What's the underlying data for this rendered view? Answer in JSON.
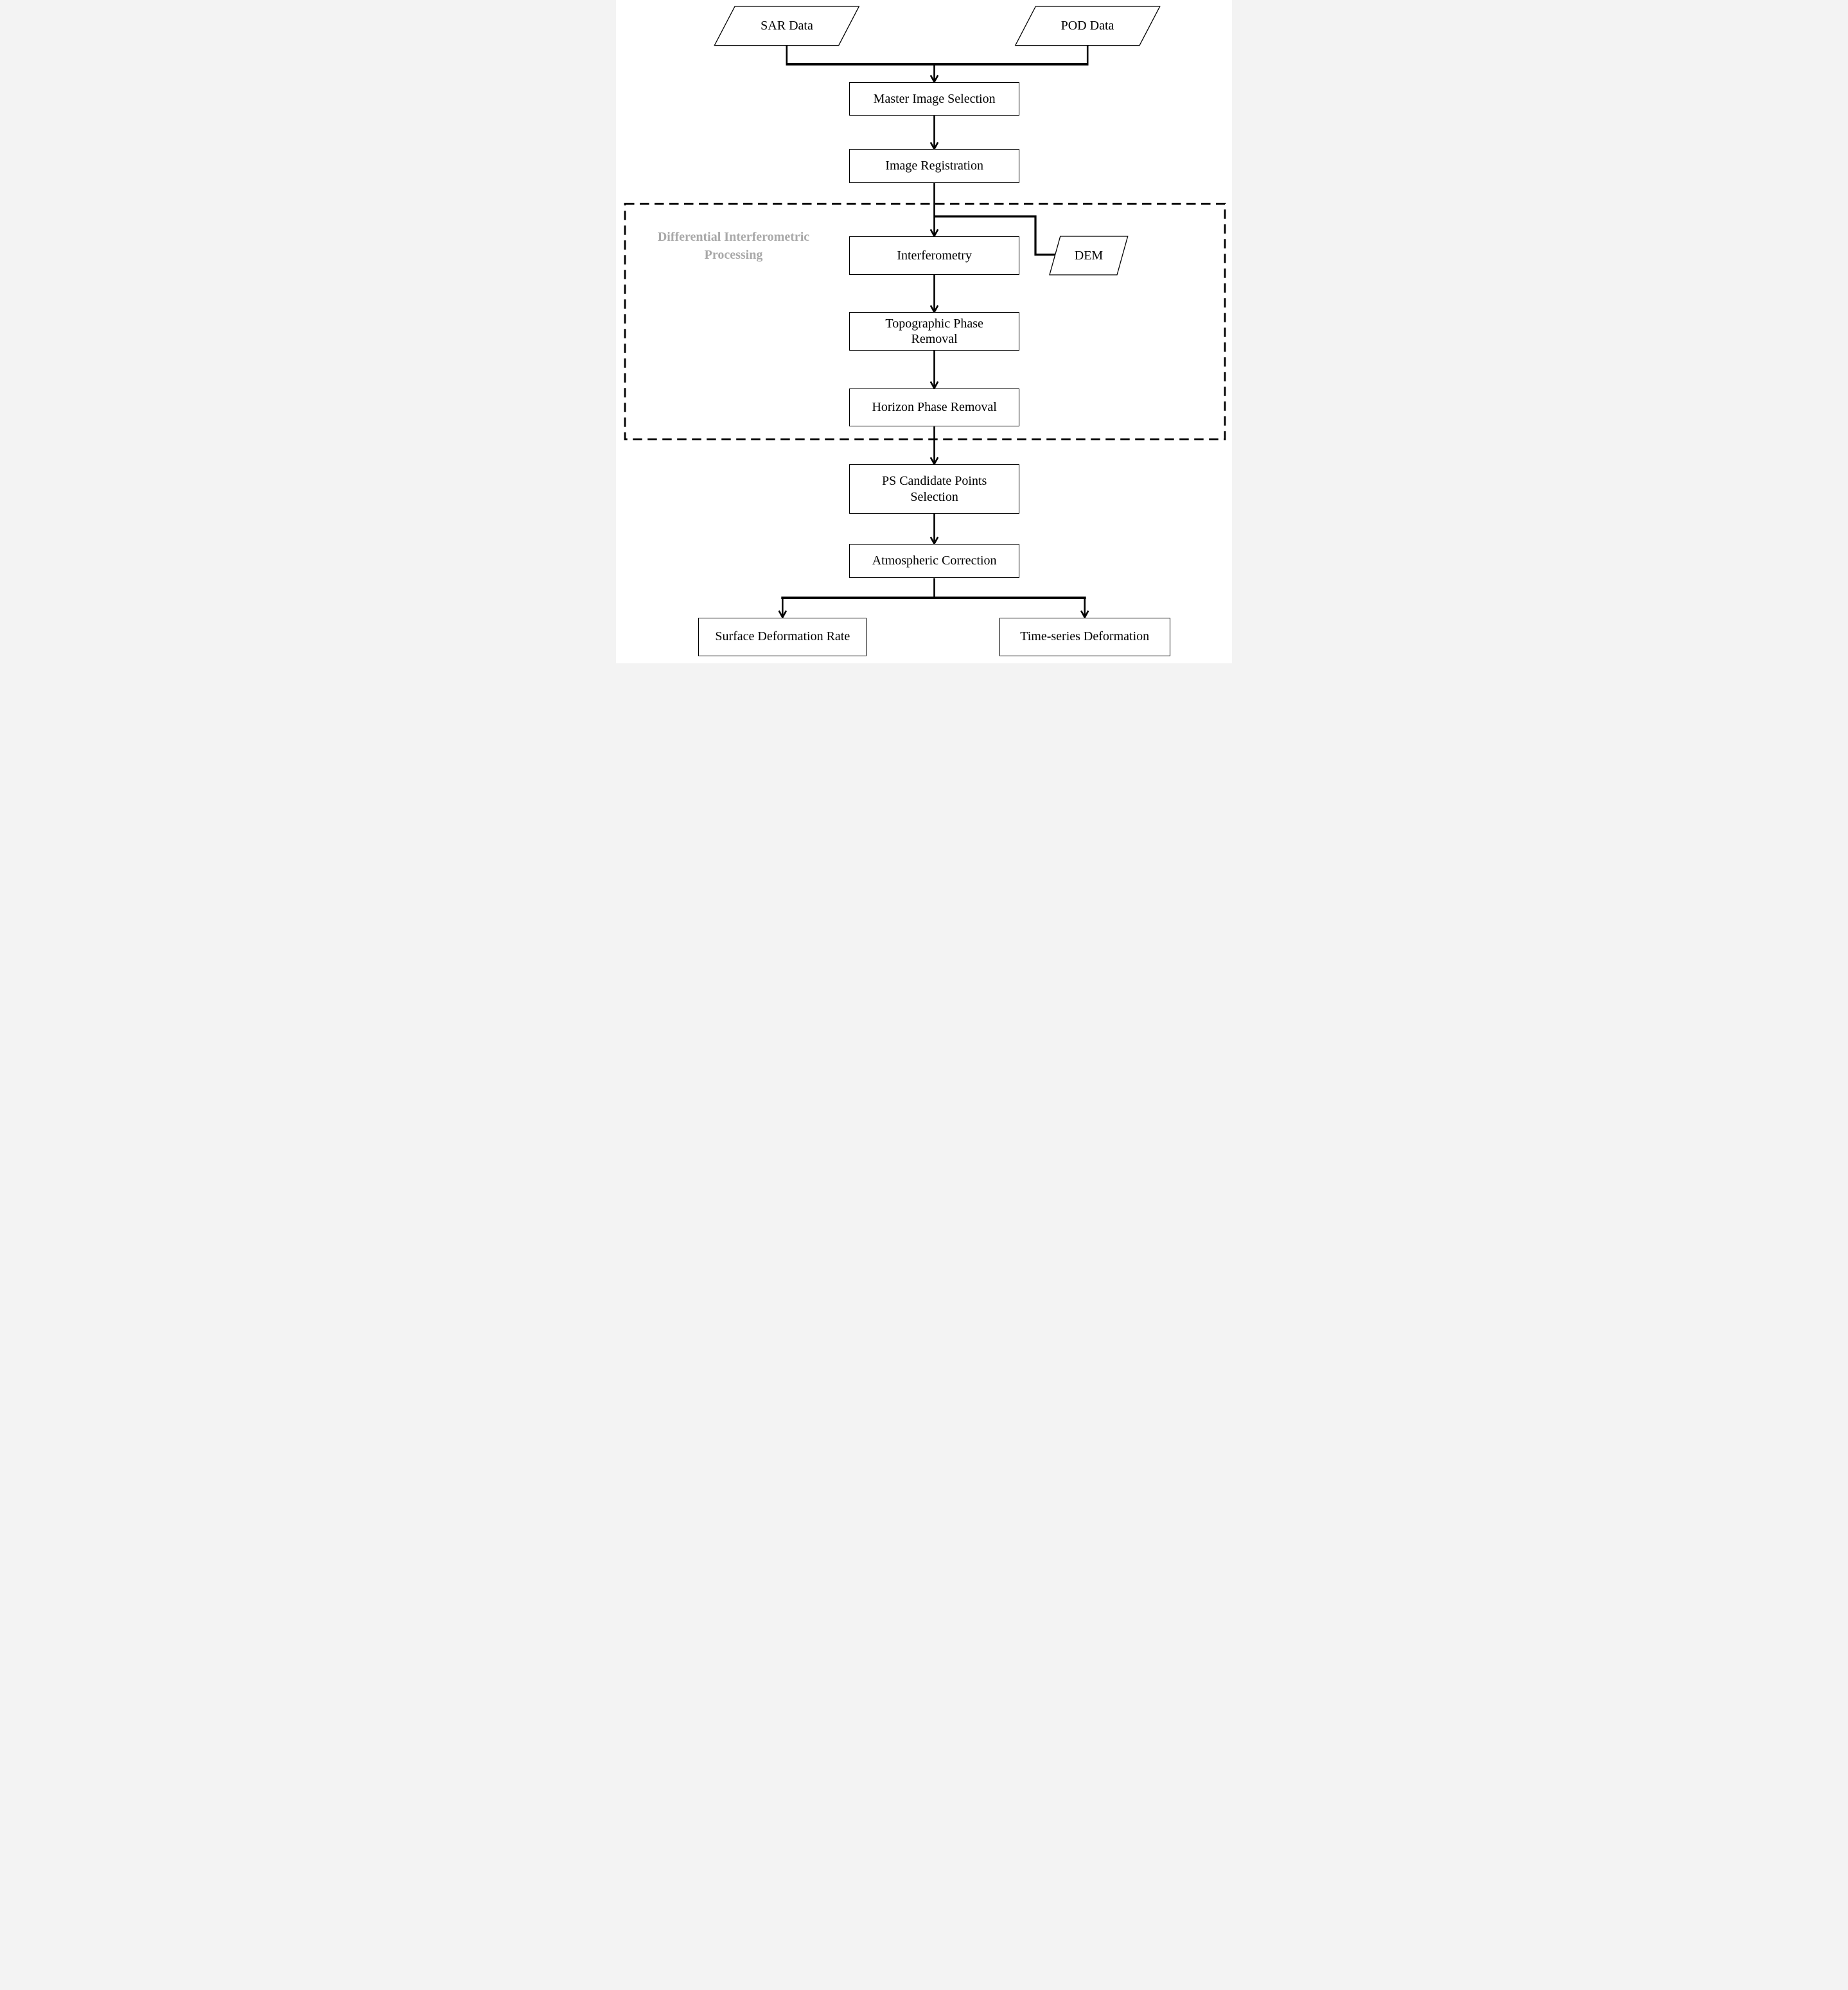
{
  "diagram": {
    "background_color": "#ffffff",
    "line_color": "#000000",
    "nodes": {
      "sar": {
        "label": "SAR Data",
        "shape": "parallelogram"
      },
      "pod": {
        "label": "POD Data",
        "shape": "parallelogram"
      },
      "master": {
        "label": "Master Image Selection",
        "shape": "rectangle"
      },
      "registration": {
        "label": "Image Registration",
        "shape": "rectangle"
      },
      "interferometry": {
        "label": "Interferometry",
        "shape": "rectangle"
      },
      "dem": {
        "label": "DEM",
        "shape": "parallelogram"
      },
      "topographic": {
        "label": "Topographic Phase Removal",
        "shape": "rectangle"
      },
      "horizon": {
        "label": "Horizon Phase Removal",
        "shape": "rectangle"
      },
      "ps_candidate": {
        "label": "PS Candidate Points Selection",
        "shape": "rectangle"
      },
      "atmospheric": {
        "label": "Atmospheric Correction",
        "shape": "rectangle"
      },
      "surface_rate": {
        "label": "Surface Deformation Rate",
        "shape": "rectangle"
      },
      "timeseries": {
        "label": "Time-series Deformation",
        "shape": "rectangle"
      }
    },
    "group": {
      "label": "Differential Interferometric Processing",
      "label_lines": [
        "Differential Interferometric",
        "Processing"
      ],
      "label_color": "#a9a9a9",
      "border_style": "dashed",
      "contains": [
        "interferometry",
        "topographic",
        "horizon"
      ]
    },
    "edges": [
      {
        "from": "sar",
        "to": "master"
      },
      {
        "from": "pod",
        "to": "master"
      },
      {
        "from": "master",
        "to": "registration"
      },
      {
        "from": "registration",
        "to": "interferometry"
      },
      {
        "from": "dem",
        "to": "interferometry"
      },
      {
        "from": "interferometry",
        "to": "topographic"
      },
      {
        "from": "topographic",
        "to": "horizon"
      },
      {
        "from": "horizon",
        "to": "ps_candidate"
      },
      {
        "from": "ps_candidate",
        "to": "atmospheric"
      },
      {
        "from": "atmospheric",
        "to": "surface_rate"
      },
      {
        "from": "atmospheric",
        "to": "timeseries"
      }
    ]
  }
}
